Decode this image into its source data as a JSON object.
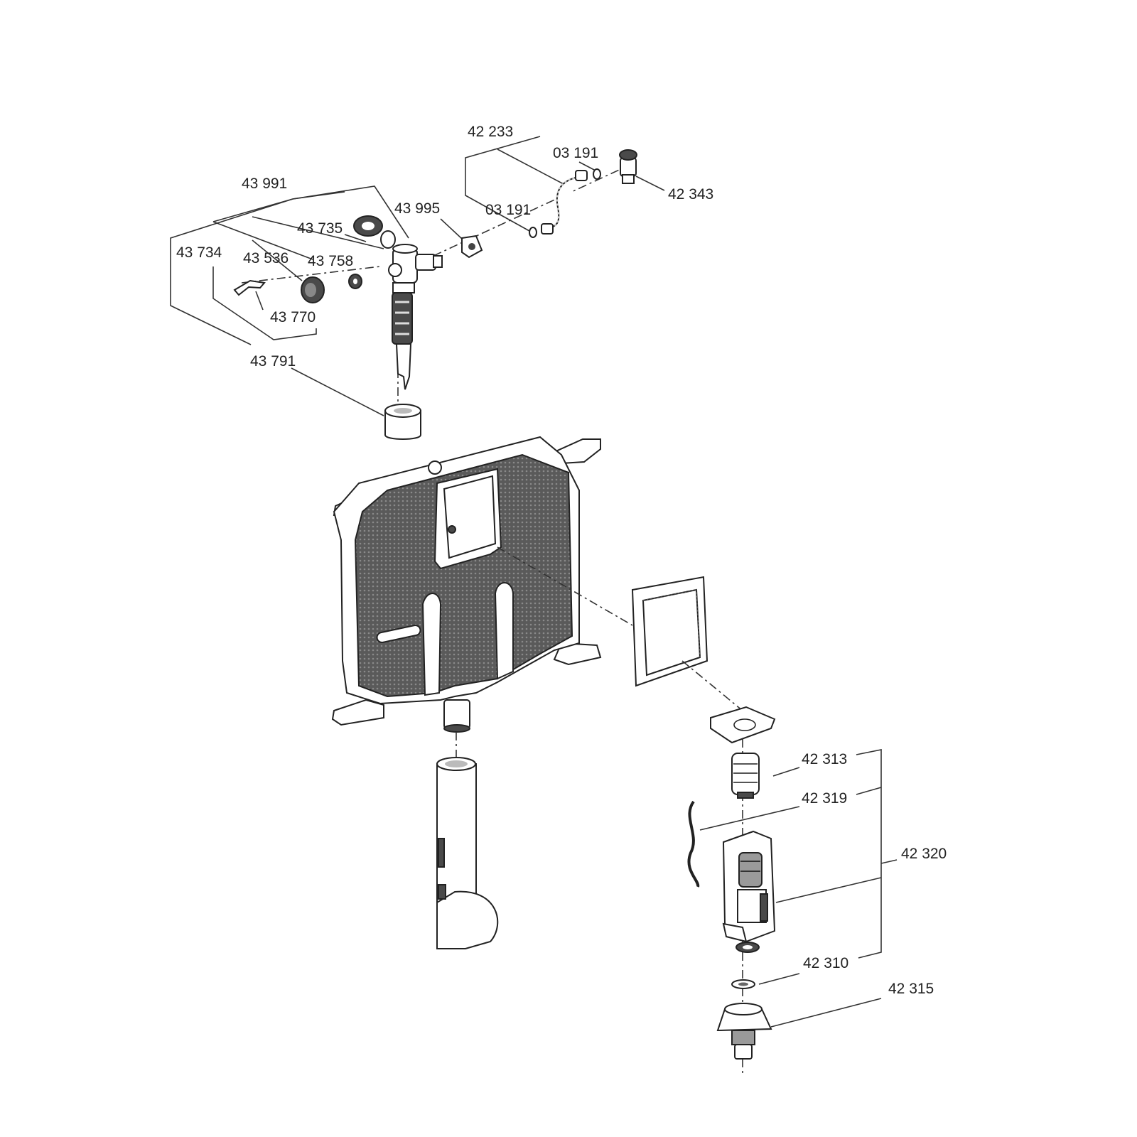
{
  "labels": {
    "p42233": "42 233",
    "p03191a": "03 191",
    "p03191b": "03 191",
    "p42343": "42 343",
    "p43991": "43 991",
    "p43995": "43 995",
    "p43735": "43 735",
    "p43734": "43 734",
    "p43536": "43 536",
    "p43758": "43 758",
    "p43770": "43 770",
    "p43791": "43 791",
    "p42313": "42 313",
    "p42319": "42 319",
    "p42320": "42 320",
    "p42310": "42 310",
    "p42315": "42 315"
  },
  "colors": {
    "line": "#333333",
    "mesh": "#4a4a4a",
    "paper": "#ffffff"
  }
}
